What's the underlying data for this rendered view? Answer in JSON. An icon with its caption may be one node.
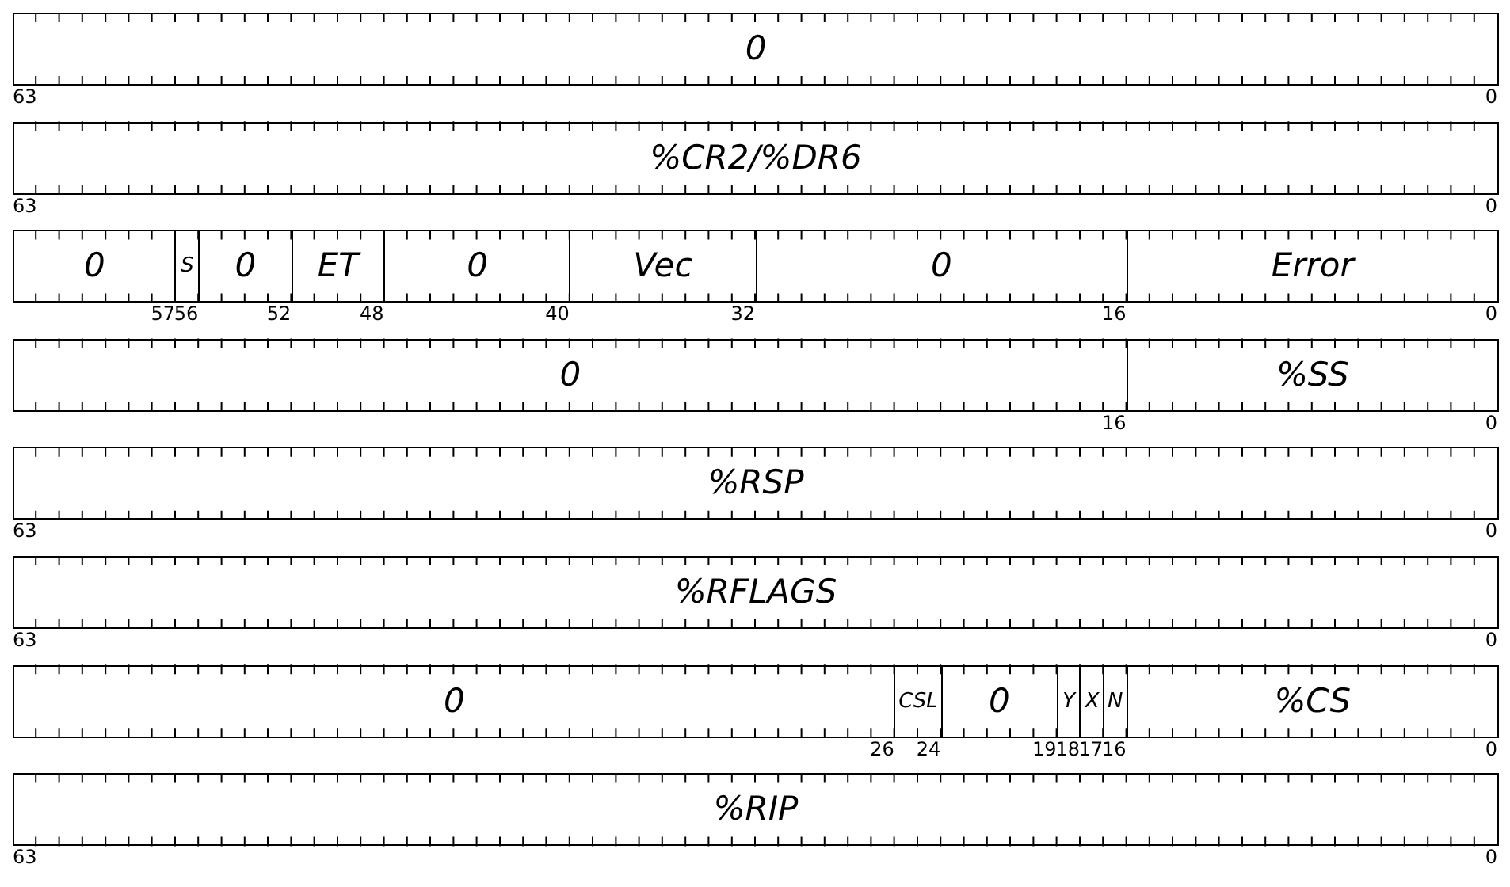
{
  "diagram": {
    "nodes": [
      {
        "text": [
          "0"
        ]
      },
      {
        "text": [
          "%CR2/%DR6"
        ]
      },
      {
        "text": [
          "0"
        ]
      },
      {
        "text": [
          "S"
        ]
      },
      {
        "text": [
          "0"
        ]
      },
      {
        "text": [
          "ET"
        ]
      },
      {
        "text": [
          "0"
        ]
      },
      {
        "text": [
          "Vec"
        ]
      },
      {
        "text": [
          "0"
        ]
      },
      {
        "text": [
          "Error"
        ]
      },
      {
        "text": [
          "0"
        ]
      },
      {
        "text": [
          "%SS"
        ]
      },
      {
        "text": [
          "%RSP"
        ]
      },
      {
        "text": [
          "%RFLAGS"
        ]
      },
      {
        "text": [
          "0"
        ]
      },
      {
        "text": [
          "CSL"
        ]
      },
      {
        "text": [
          "0"
        ]
      },
      {
        "text": [
          "Y"
        ]
      },
      {
        "text": [
          "X"
        ]
      },
      {
        "text": [
          "N"
        ]
      },
      {
        "text": [
          "%CS"
        ]
      },
      {
        "text": [
          "%RIP"
        ]
      }
    ],
    "labels": [
      "63",
      "0",
      "63",
      "0",
      "57",
      "56",
      "52",
      "48",
      "40",
      "32",
      "16",
      "0",
      "16",
      "0",
      "63",
      "0",
      "63",
      "0",
      "26",
      "24",
      "19",
      "18",
      "17",
      "16",
      "0",
      "63",
      "0"
    ]
  }
}
